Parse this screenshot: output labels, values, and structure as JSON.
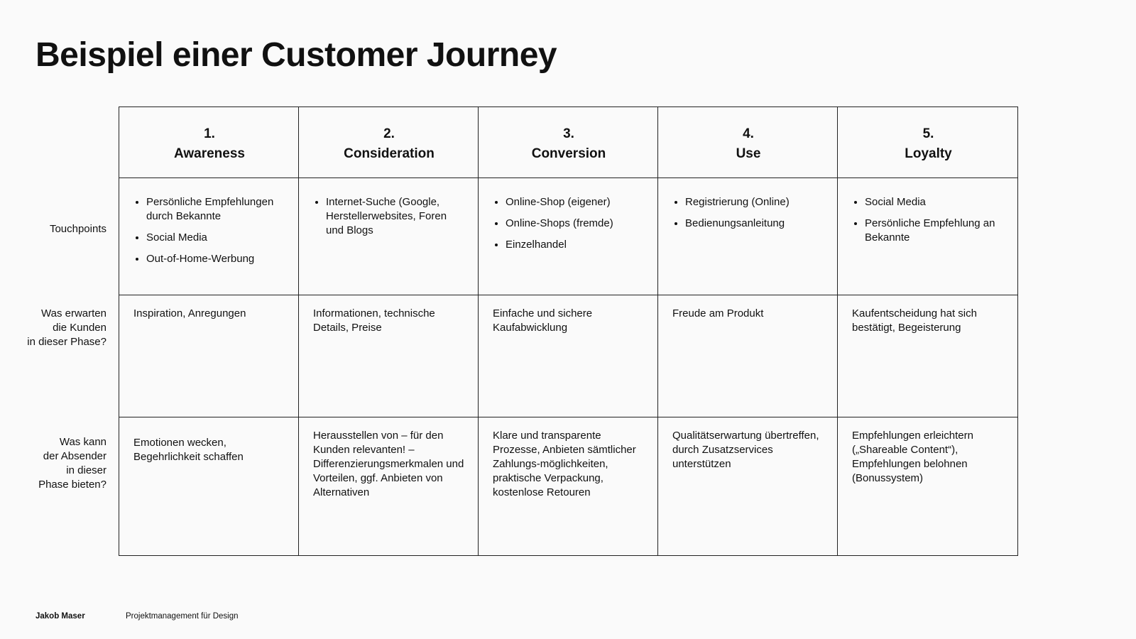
{
  "title": "Beispiel einer Customer Journey",
  "row_labels": {
    "touchpoints": "Touchpoints",
    "expectations": "Was erwarten\ndie Kunden\nin dieser Phase?",
    "offer": "Was kann\nder Absender\nin dieser\nPhase bieten?"
  },
  "phases": [
    {
      "number": "1.",
      "name": "Awareness",
      "touchpoints": [
        "Persönliche Empfehlungen durch Bekannte",
        "Social Media",
        "Out-of-Home-Werbung"
      ],
      "expectation": "Inspiration, Anregungen",
      "offer": "Emotionen wecken, Begehrlichkeit schaffen"
    },
    {
      "number": "2.",
      "name": "Consideration",
      "touchpoints": [
        "Internet-Suche (Google, Herstellerwebsites, Foren und Blogs"
      ],
      "expectation": "Informationen, technische Details, Preise",
      "offer": "Herausstellen von – für den Kunden relevanten! – Differenzierungsmerkmalen und Vorteilen, ggf. Anbieten von Alternativen"
    },
    {
      "number": "3.",
      "name": "Conversion",
      "touchpoints": [
        "Online-Shop (eigener)",
        "Online-Shops (fremde)",
        "Einzelhandel"
      ],
      "expectation": "Einfache und sichere Kaufabwicklung",
      "offer": "Klare und transparente Prozesse, Anbieten sämtlicher Zahlungs-möglichkeiten, praktische Verpackung, kostenlose Retouren"
    },
    {
      "number": "4.",
      "name": "Use",
      "touchpoints": [
        "Registrierung (Online)",
        "Bedienungsanleitung"
      ],
      "expectation": "Freude am Produkt",
      "offer": "Qualitätserwartung übertreffen, durch Zusatzservices unterstützen"
    },
    {
      "number": "5.",
      "name": "Loyalty",
      "touchpoints": [
        "Social Media",
        "Persönliche Empfehlung an Bekannte"
      ],
      "expectation": "Kaufentscheidung hat sich bestätigt, Begeisterung",
      "offer": "Empfehlungen erleichtern („Shareable Content“), Empfehlungen belohnen (Bonussystem)"
    }
  ],
  "footer": {
    "author": "Jakob Maser",
    "course": "Projektmanagement für Design"
  }
}
